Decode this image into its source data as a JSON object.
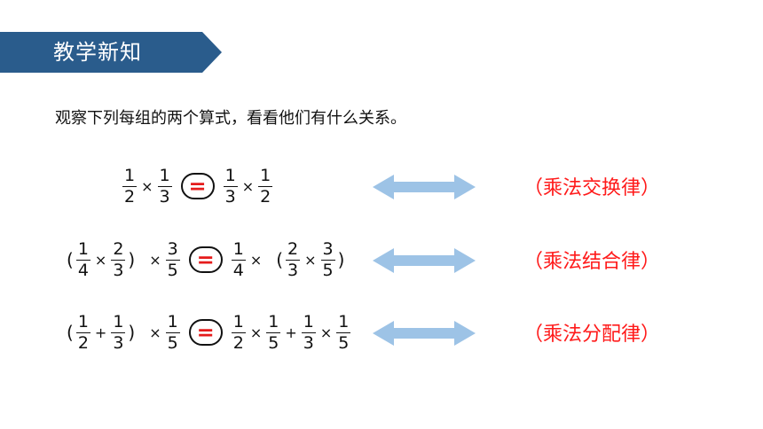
{
  "header": {
    "title": "教学新知"
  },
  "instruction": "观察下列每组的两个算式，看看他们有什么关系。",
  "rows": [
    {
      "left": {
        "f1": {
          "num": "1",
          "den": "2"
        },
        "op1": "×",
        "f2": {
          "num": "1",
          "den": "3"
        }
      },
      "equals": "=",
      "right": {
        "f1": {
          "num": "1",
          "den": "3"
        },
        "op1": "×",
        "f2": {
          "num": "1",
          "den": "2"
        }
      },
      "law": "（乘法交换律）"
    },
    {
      "left": {
        "open": "(",
        "f1": {
          "num": "1",
          "den": "4"
        },
        "op1": "×",
        "f2": {
          "num": "2",
          "den": "3"
        },
        "close": ")",
        "op2": "×",
        "f3": {
          "num": "3",
          "den": "5"
        }
      },
      "equals": "=",
      "right": {
        "f1": {
          "num": "1",
          "den": "4"
        },
        "op1": "×",
        "open": "(",
        "f2": {
          "num": "2",
          "den": "3"
        },
        "op2": "×",
        "f3": {
          "num": "3",
          "den": "5"
        },
        "close": ")"
      },
      "law": "（乘法结合律）"
    },
    {
      "left": {
        "open": "(",
        "f1": {
          "num": "1",
          "den": "2"
        },
        "op1": "+",
        "f2": {
          "num": "1",
          "den": "3"
        },
        "close": ")",
        "op2": "×",
        "f3": {
          "num": "1",
          "den": "5"
        }
      },
      "equals": "=",
      "right": {
        "f1": {
          "num": "1",
          "den": "2"
        },
        "op1": "×",
        "f2": {
          "num": "1",
          "den": "5"
        },
        "op2": "+",
        "f3": {
          "num": "1",
          "den": "3"
        },
        "op3": "×",
        "f4": {
          "num": "1",
          "den": "5"
        }
      },
      "law": "（乘法分配律）"
    }
  ],
  "colors": {
    "banner": "#2a5c8c",
    "equals": "#e51b1b",
    "law": "#ff1a1a",
    "arrow": "#9dc3e6"
  },
  "icons": {
    "arrow": "double-headed-arrow-icon"
  }
}
